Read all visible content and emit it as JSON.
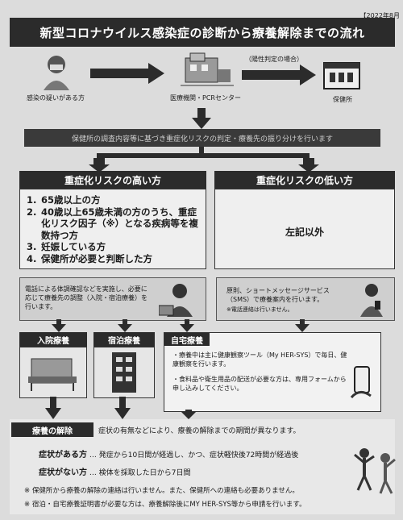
{
  "date": "【2022年8月",
  "title": "新型コロナウイルス感染症の診断から療養解除までの流れ",
  "flow": {
    "step1": "感染の疑いがある方",
    "step2": "医療機関・PCRセンター",
    "step3": "保健所",
    "arrow_note": "（陽性判定の場合）"
  },
  "banner": "保健所の調査内容等に基づき重症化リスクの判定・療養先の振り分けを行います",
  "high_risk": {
    "heading": "重症化リスクの高い方",
    "items": [
      {
        "num": "1.",
        "text": "65歳以上の方"
      },
      {
        "num": "2.",
        "text": "40歳以上65歳未満の方のうち、重症化リスク因子（※）となる疾病等を複数持つ方"
      },
      {
        "num": "3.",
        "text": "妊娠している方"
      },
      {
        "num": "4.",
        "text": "保健所が必要と判断した方"
      }
    ],
    "contact": "電話による体調確認などを実施し、必要に応じて療養先の調整（入院・宿泊療養）を行います。"
  },
  "low_risk": {
    "heading": "重症化リスクの低い方",
    "text": "左記以外",
    "contact": "原則、ショートメッセージサービス（SMS）で療養案内を行います。",
    "contact_note": "※電話連絡は行いません。"
  },
  "care": {
    "hospital": "入院療養",
    "hotel": "宿泊療養",
    "home": "自宅療養",
    "home_items": [
      "療養中は主に健康観察ツール（My HER-SYS）で毎日、健康観察を行います。",
      "食料品や衛生用品の配送が必要な方は、専用フォームから申し込みしてください。"
    ]
  },
  "release": {
    "heading": "療養の解除",
    "intro": "症状の有無などにより、療養の解除までの期間が異なります。",
    "symptomatic_label": "症状がある方",
    "symptomatic_text": "… 発症から10日間が経過し、かつ、症状軽快後72時間が経過後",
    "asymptomatic_label": "症状がない方",
    "asymptomatic_text": "… 検体を採取した日から7日間",
    "note1": "※ 保健所から療養の解除の連絡は行いません。また、保健所への連絡も必要ありません。",
    "note2": "※ 宿泊・自宅療養証明書が必要な方は、療養解除後にMY HER-SYS等から申請を行います。"
  }
}
